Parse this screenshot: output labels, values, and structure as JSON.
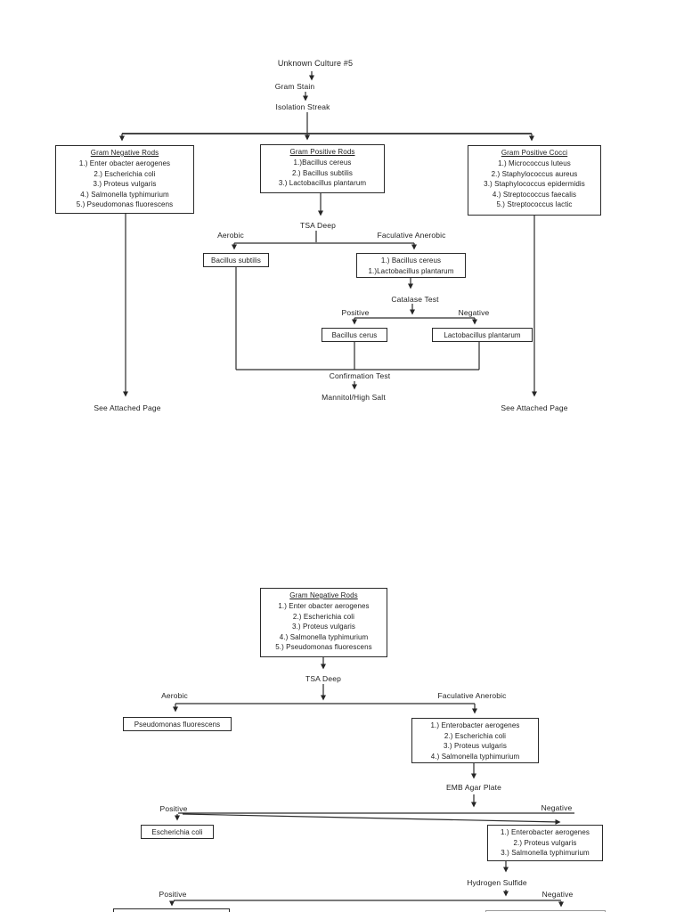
{
  "page": {
    "background": "#ffffff",
    "ink": "#1f1f1f"
  },
  "chart1": {
    "root": "Unknown Culture #5",
    "step_gram_stain": "Gram Stain",
    "step_isolation_streak": "Isolation Streak",
    "gram_negative_rods": {
      "title": "Gram Negative Rods",
      "items": [
        "1.) Enter obacter aerogenes",
        "2.) Escherichia coli",
        "3.) Proteus vulgaris",
        "4.) Salmonella typhimurium",
        "5.) Pseudomonas fluorescens"
      ]
    },
    "gram_positive_rods": {
      "title": "Gram Positive Rods",
      "items": [
        "1.)Bacillus cereus",
        "2.) Bacillus subtilis",
        "3.) Lactobacillus plantarum"
      ]
    },
    "gram_positive_cocci": {
      "title": "Gram Positive Cocci",
      "items": [
        "1.) Micrococcus luteus",
        "2.) Staphylococcus aureus",
        "3.) Staphylococcus epidermidis",
        "4.) Streptococcus faecalis",
        "5.) Streptococcus lactic"
      ]
    },
    "tsa_deep": "TSA Deep",
    "aerobic": "Aerobic",
    "faculative_anerobic": "Faculative Anerobic",
    "bacillus_subtilis": "Bacillus subtilis",
    "cereus_group": {
      "items": [
        "1.) Bacillus cereus",
        "1.)Lactobacillus plantarum"
      ]
    },
    "catalase_test": "Catalase Test",
    "positive": "Positive",
    "negative": "Negative",
    "bacillus_cerus": "Bacillus cerus",
    "lactobacillus_plantarum": "Lactobacillus plantarum",
    "confirmation_test": "Confirmation Test",
    "mannitol_high_salt": "Mannitol/High Salt",
    "see_attached": "See Attached Page"
  },
  "chart2": {
    "gram_negative_rods": {
      "title": "Gram Negative Rods",
      "items": [
        "1.) Enter obacter aerogenes",
        "2.) Escherichia coli",
        "3.) Proteus vulgaris",
        "4.) Salmonella typhimurium",
        "5.) Pseudomonas fluorescens"
      ]
    },
    "tsa_deep": "TSA Deep",
    "aerobic": "Aerobic",
    "faculative_anerobic": "Faculative Anerobic",
    "pseudomonas_fluorescens": "Pseudomonas fluorescens",
    "faculative_group": {
      "items": [
        "1.) Enterobacter aerogenes",
        "2.) Escherichia coli",
        "3.) Proteus vulgaris",
        "4.) Salmonella typhimurium"
      ]
    },
    "emb_agar_plate": "EMB Agar Plate",
    "positive": "Positive",
    "negative": "Negative",
    "escherichia_coli": "Escherichia coli",
    "negative_group": {
      "items": [
        "1.) Enterobacter aerogenes",
        "2.) Proteus vulgaris",
        "3.) Salmonella typhimurium"
      ]
    },
    "hydrogen_sulfide": "Hydrogen Sulfide",
    "hs_positive": "Positive",
    "hs_negative": "Negative"
  }
}
